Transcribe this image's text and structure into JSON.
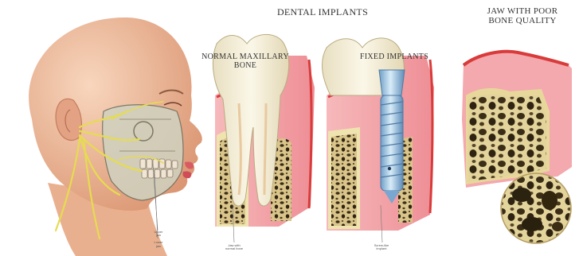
{
  "title": "DENTAL IMPLANTS",
  "panels": {
    "normal": {
      "label": "NORMAL MAXILLARY\nBONE",
      "caption": "Jaw with\nnormal bone"
    },
    "fixed": {
      "label": "FIXED IMPLANTS",
      "caption": "Screw-like\nimplant"
    },
    "poor": {
      "label": "JAW WITH POOR\nBONE QUALITY"
    }
  },
  "head": {
    "caption": "Upper\njaw\n\nLower\njaw"
  },
  "colors": {
    "skin": "#f2c4a4",
    "gum": "#f0a0a6",
    "gum_edge": "#d93b3b",
    "tooth": "#f5efd8",
    "bone": "#b8a06a",
    "implant": "#8fb8d8",
    "nerve": "#e6dc50"
  }
}
